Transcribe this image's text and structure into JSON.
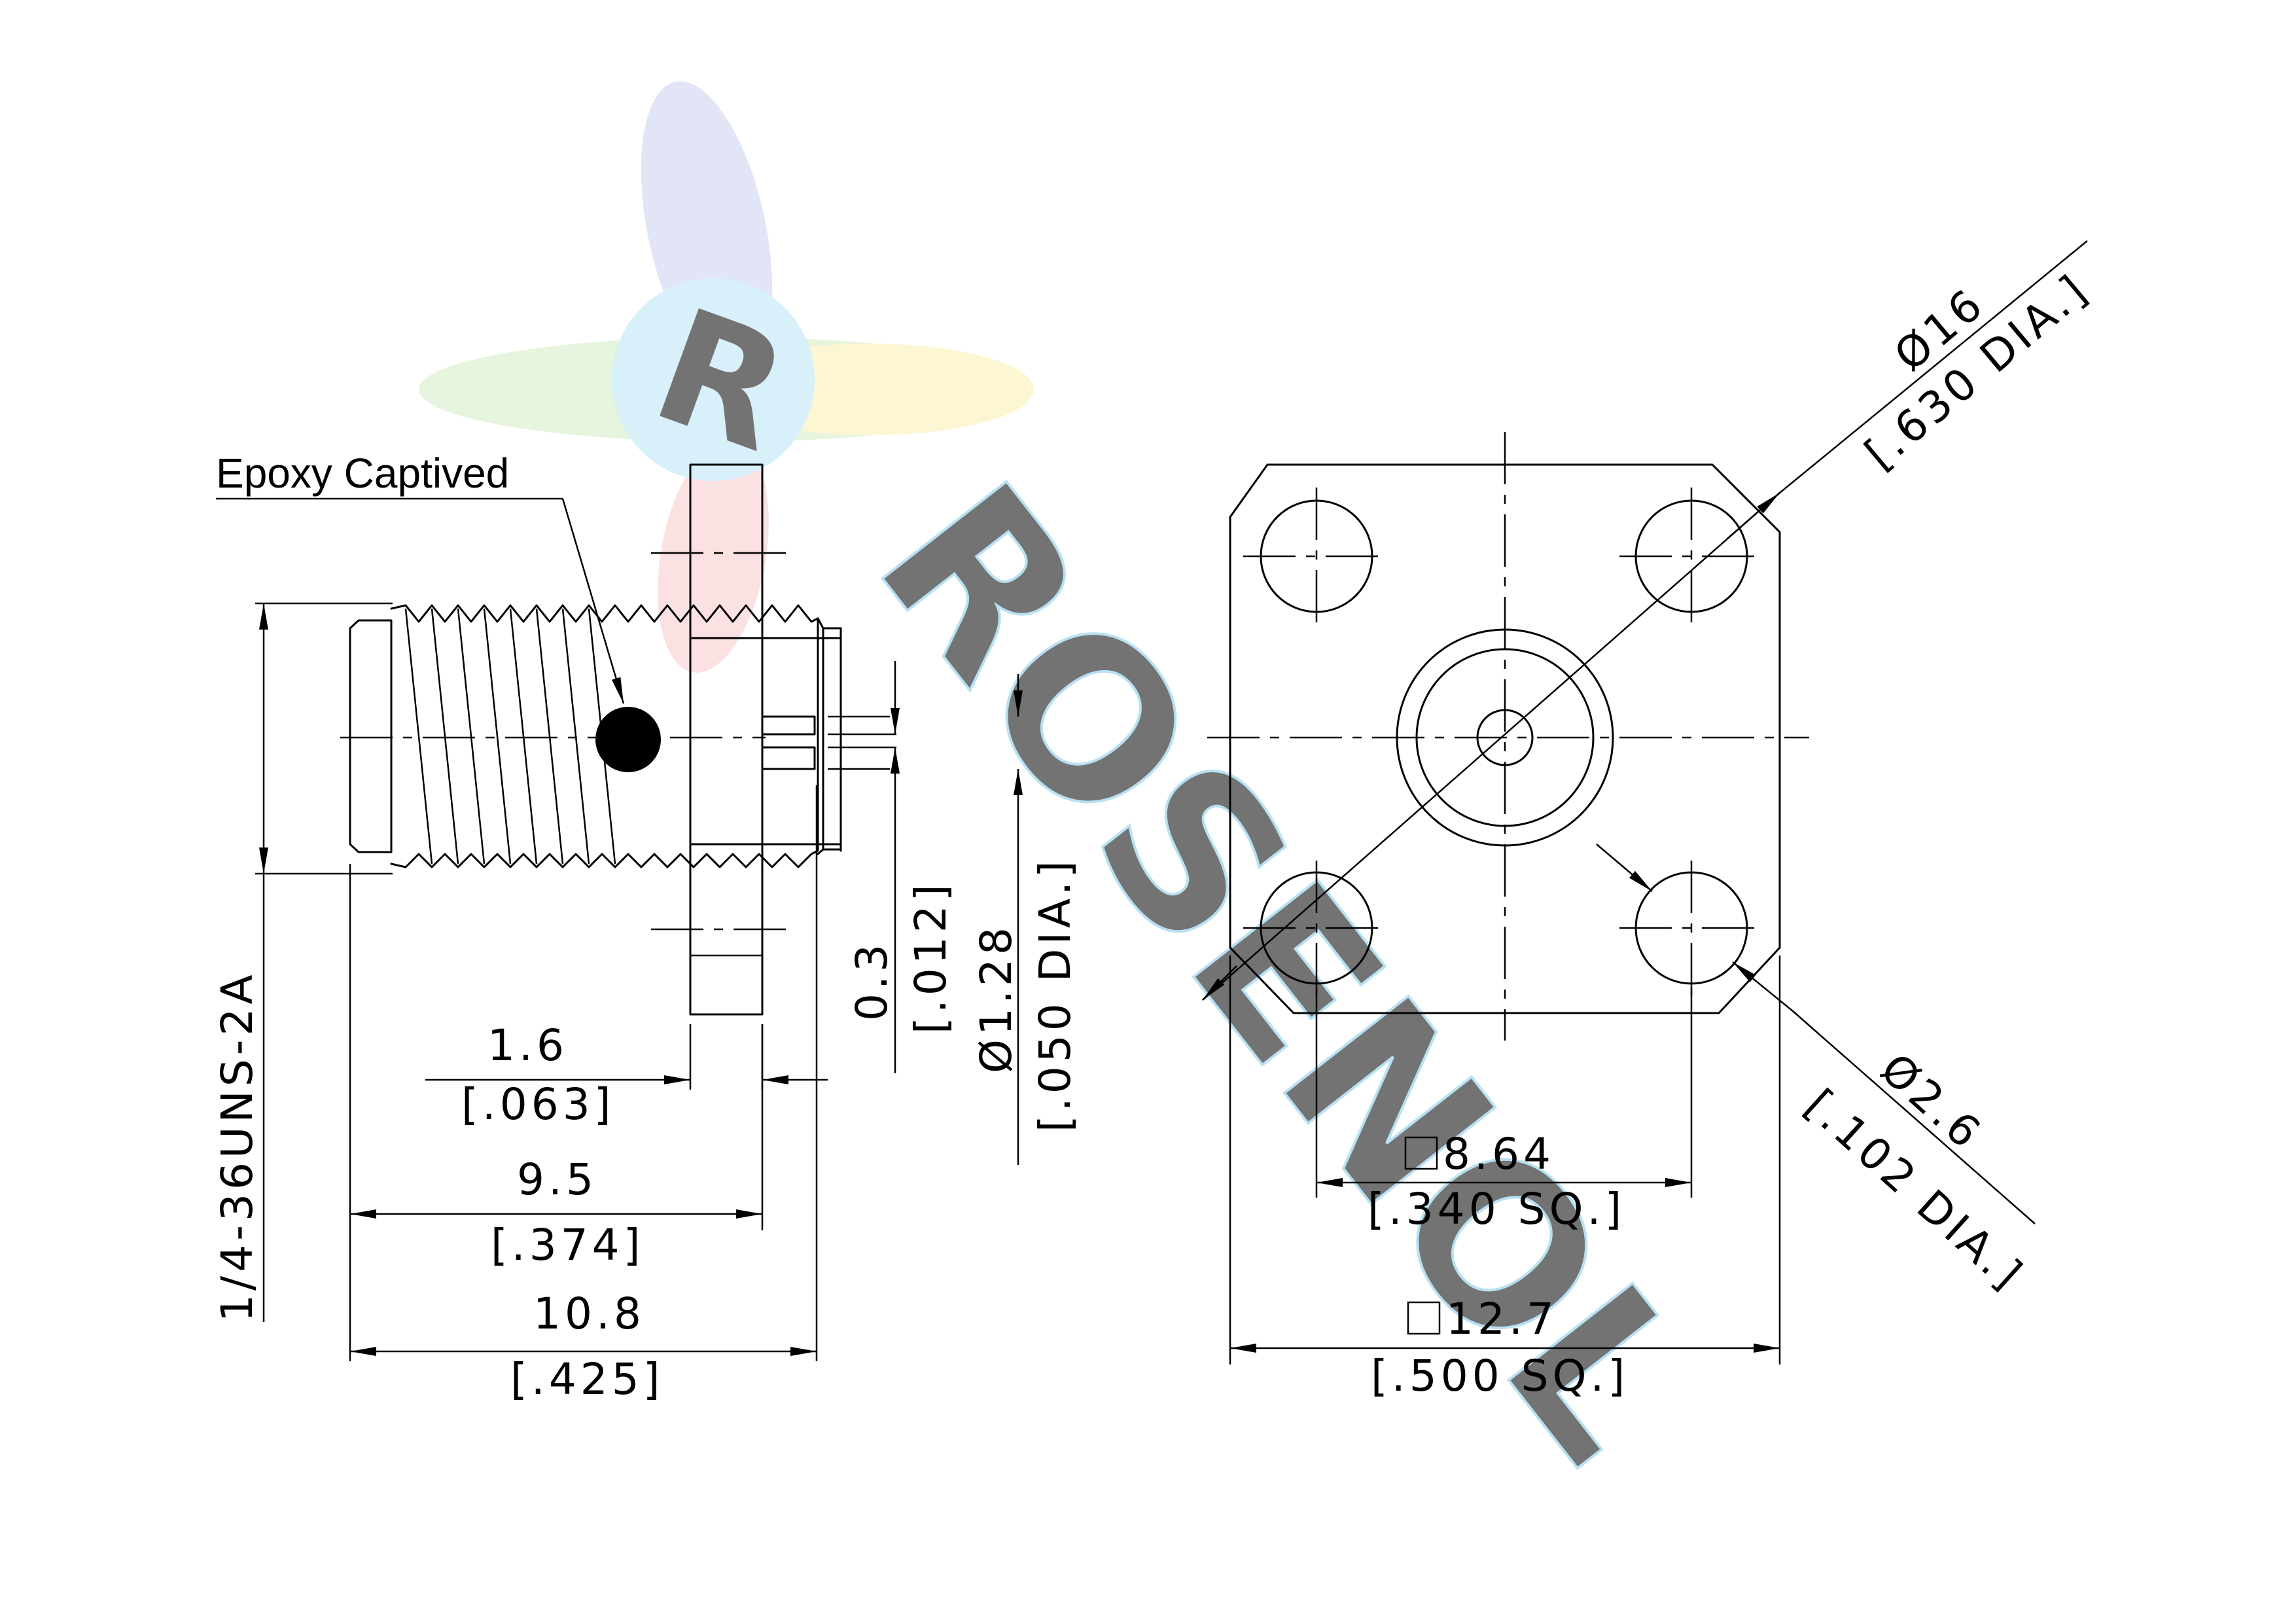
{
  "note": {
    "epoxy_label": "Epoxy Captived"
  },
  "dimensions": {
    "thread": "1/4-36UNS-2A",
    "flange_thickness_mm": "1.6",
    "flange_thickness_in": "[.063]",
    "body_length_mm": "9.5",
    "body_length_in": "[.374]",
    "overall_length_mm": "10.8",
    "overall_length_in": "[.425]",
    "pin_step_mm": "0.3",
    "pin_step_in": "[.012]",
    "pin_dia_mm": "Ø1.28",
    "pin_dia_in": "[.050 DIA.]",
    "bolt_circle_mm": "Ø16",
    "bolt_circle_in": "[.630 DIA.]",
    "hole_dia_mm": "Ø2.6",
    "hole_dia_in": "[.102 DIA.]",
    "hole_spacing_mm": "8.64",
    "hole_spacing_in": "[.340 SQ.]",
    "flange_size_mm": "12.7",
    "flange_size_in": "[.500 SQ.]"
  },
  "watermark": {
    "brand": "Rosenol",
    "logo_letter": "R",
    "colors": [
      "#9aa8d8",
      "#b6d9a0",
      "#f6e08a",
      "#f3a6a6",
      "#9fd6ef"
    ]
  }
}
